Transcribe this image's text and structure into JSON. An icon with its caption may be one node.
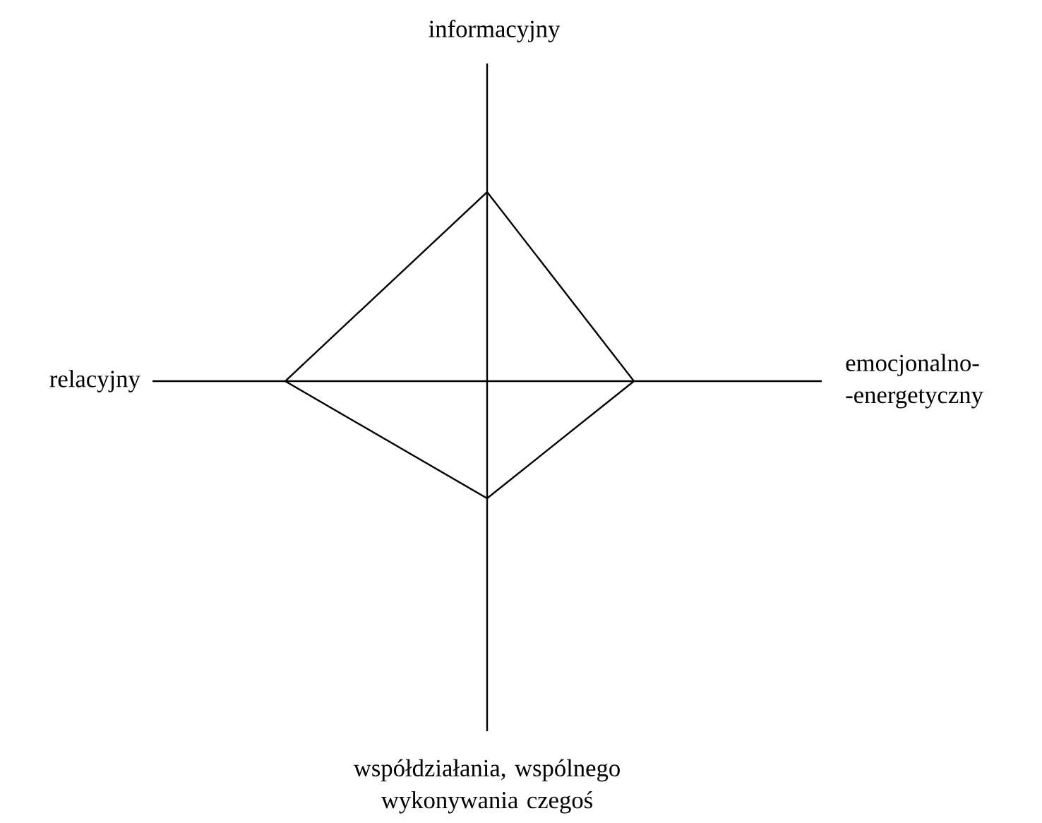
{
  "diagram": {
    "labels": [
      "informacyjny",
      "relacyjny",
      "emocjonalno- -energetyczny",
      "współdziałania, wspólnego wykonywania czegoś"
    ]
  }
}
